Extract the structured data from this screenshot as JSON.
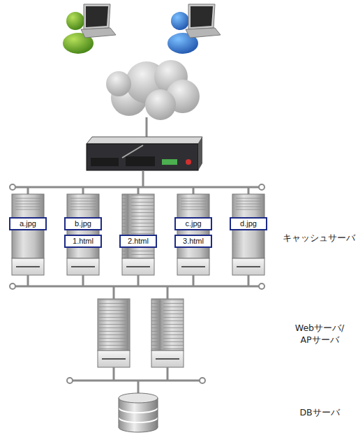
{
  "diagram": {
    "nodes": [
      {
        "text": [
          "a.jpg"
        ]
      },
      {
        "text": [
          "b.jpg"
        ]
      },
      {
        "text": [
          "c.jpg"
        ]
      },
      {
        "text": [
          "d.jpg"
        ]
      },
      {
        "text": [
          "1.html"
        ]
      },
      {
        "text": [
          "2.html"
        ]
      },
      {
        "text": [
          "3.html"
        ]
      }
    ],
    "labels": [
      "キャッシュサーバ",
      "Webサーバ/ APサーバ",
      "DBサーバ"
    ]
  }
}
